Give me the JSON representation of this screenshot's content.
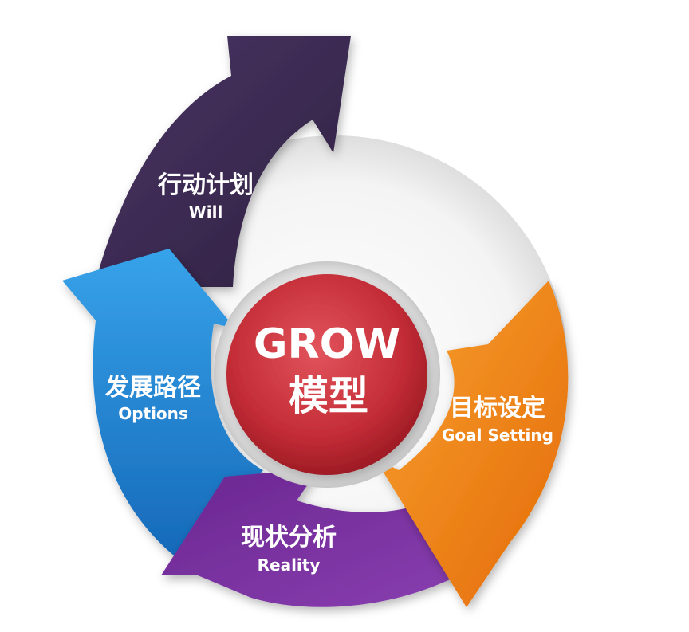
{
  "center": {
    "title": "GROW",
    "subtitle": "模型"
  },
  "stages": [
    {
      "key": "goal",
      "zh": "目标设定",
      "en": "Goal Setting",
      "color": "#ef7c10"
    },
    {
      "key": "reality",
      "zh": "现状分析",
      "en": "Reality",
      "color": "#7a2e9e"
    },
    {
      "key": "options",
      "zh": "发展路径",
      "en": "Options",
      "color": "#1f7fd0"
    },
    {
      "key": "will",
      "zh": "行动计划",
      "en": "Will",
      "color": "#3d2a55"
    }
  ],
  "colors": {
    "center_fill": "#c9303a",
    "center_ring": "#e4e4e4",
    "background_disc": "#f1f1f1"
  }
}
